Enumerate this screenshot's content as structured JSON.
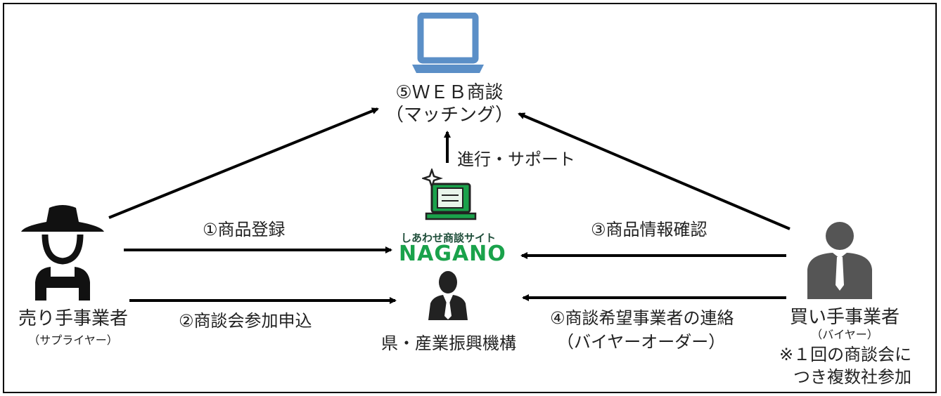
{
  "web_meeting": {
    "title": "⑤ＷＥＢ商談",
    "subtitle": "（マッチング）"
  },
  "support_label": "進行・サポート",
  "logo": {
    "tagline": "しあわせ商談サイト",
    "brand": "NAGANO"
  },
  "seller": {
    "label": "売り手事業者",
    "sub": "（サプライヤー）"
  },
  "buyer": {
    "label": "買い手事業者",
    "sub": "（バイヤー）",
    "note_line1": "※１回の商談会に",
    "note_line2": "つき複数社参加"
  },
  "organization": {
    "label": "県・産業振興機構"
  },
  "steps": {
    "step1": "①商品登録",
    "step2": "②商談会参加申込",
    "step3": "③商品情報確認",
    "step4_line1": "④商談希望事業者の連絡",
    "step4_line2": "（バイヤーオーダー）"
  },
  "colors": {
    "laptop": "#5b8fc7",
    "logo_green": "#1aa24b",
    "icon_dark": "#222222",
    "buyer_gray": "#555555"
  }
}
